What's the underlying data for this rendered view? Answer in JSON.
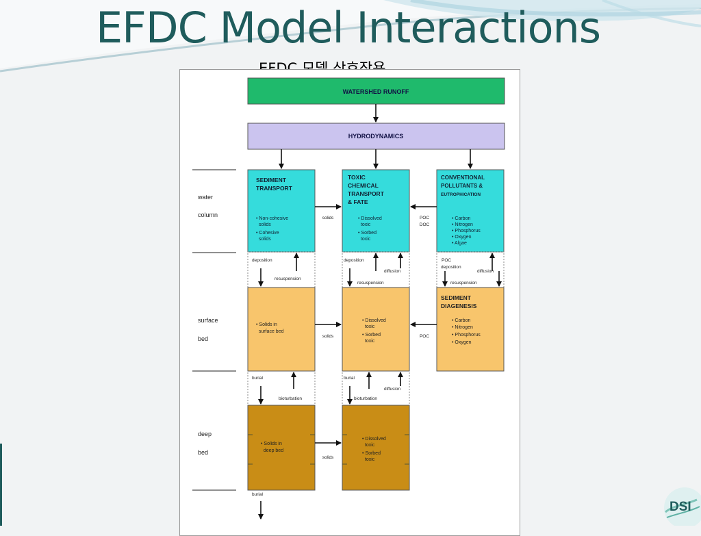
{
  "slide": {
    "title": "EFDC Model Interactions",
    "subtitle": "EFDC 모델 상호작용",
    "logo_text": "DSI"
  },
  "colors": {
    "title": "#1f5c5c",
    "watershed": "#1fba6c",
    "hydro": "#cbc4ef",
    "water_column": "#35dcdc",
    "surface_bed": "#f8c56c",
    "deep_bed": "#c98d16"
  },
  "diagram": {
    "watershed_label": "WATERSHED RUNOFF",
    "hydrodynamics_label": "HYDRODYNAMICS",
    "layers": {
      "water": [
        "water",
        "column"
      ],
      "surface": [
        "surface",
        "bed"
      ],
      "deep": [
        "deep",
        "bed"
      ]
    },
    "boxes": {
      "sediment_transport": {
        "title": [
          "SEDIMENT",
          "TRANSPORT"
        ],
        "items": [
          "• Non-cohesive",
          "  solids",
          "• Cohesive",
          "  solids"
        ]
      },
      "toxic_chemical": {
        "title": [
          "TOXIC",
          "CHEMICAL",
          "TRANSPORT",
          "& FATE"
        ],
        "items": [
          "• Dissolved",
          "  toxic",
          "• Sorbed",
          "  toxic"
        ]
      },
      "conventional": {
        "title": [
          "CONVENTIONAL",
          "POLLUTANTS &",
          "EUTROPHICATION"
        ],
        "items": [
          "• Carbon",
          "• Nitrogen",
          "• Phosphorus",
          "• Oxygen",
          "• Algae"
        ]
      },
      "surface_solids": {
        "items": [
          "• Solids in",
          "  surface bed"
        ]
      },
      "surface_toxic": {
        "items": [
          "• Dissolved",
          "  toxic",
          "• Sorbed",
          "  toxic"
        ]
      },
      "sediment_diagenesis": {
        "title": [
          "SEDIMENT",
          "DIAGENESIS"
        ],
        "items": [
          "• Carbon",
          "• Nitrogen",
          "• Phosphorus",
          "• Oxygen"
        ]
      },
      "deep_solids": {
        "items": [
          "• Solids in",
          "  deep bed"
        ]
      },
      "deep_toxic": {
        "items": [
          "• Dissolved",
          "  toxic",
          "• Sorbed",
          "  toxic"
        ]
      }
    },
    "labels": {
      "solids": "solids",
      "poc": "POC",
      "doc": "DOC",
      "deposition": "deposition",
      "resuspension": "resuspension",
      "diffusion": "diffusion",
      "burial": "burial",
      "bioturbation": "bioturbation"
    }
  }
}
